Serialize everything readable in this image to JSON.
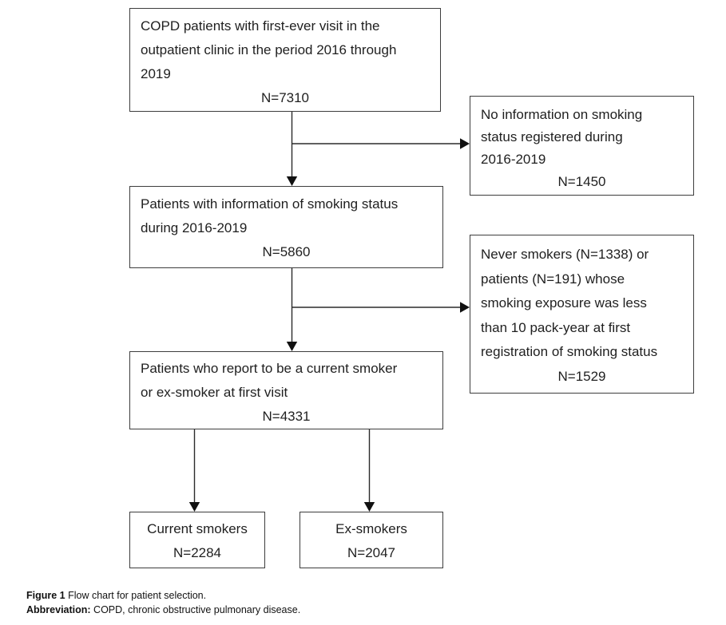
{
  "flowchart": {
    "copd": {
      "text": "COPD patients with first-ever visit in the\noutpatient clinic in the period 2016 through\n2019",
      "n": "N=7310"
    },
    "no_smoking_info": {
      "text": "No information on smoking\nstatus registered during\n2016-2019",
      "n": "N=1450"
    },
    "smoking_info": {
      "text": "Patients with information of smoking status\nduring 2016-2019",
      "n": "N=5860"
    },
    "excluded_never_smokers": {
      "text": "Never smokers (N=1338) or\npatients (N=191) whose\nsmoking exposure was less\nthan 10 pack-year at first\nregistration of smoking status",
      "n": "N=1529"
    },
    "current_or_ex": {
      "text": "Patients who report to be a current smoker\nor ex-smoker at first visit",
      "n": "N=4331"
    },
    "current_smokers": {
      "label": "Current smokers",
      "n": "N=2284"
    },
    "ex_smokers": {
      "label": "Ex-smokers",
      "n": "N=2047"
    }
  },
  "caption": {
    "figure_label": "Figure 1",
    "figure_text": "Flow chart for patient selection.",
    "abbrev_label": "Abbreviation:",
    "abbrev_text": "COPD, chronic obstructive pulmonary disease."
  },
  "colors": {
    "box_border": "#3d3d3d",
    "line": "#2b2b2b",
    "text": "#1f1f1f",
    "background": "#ffffff"
  }
}
